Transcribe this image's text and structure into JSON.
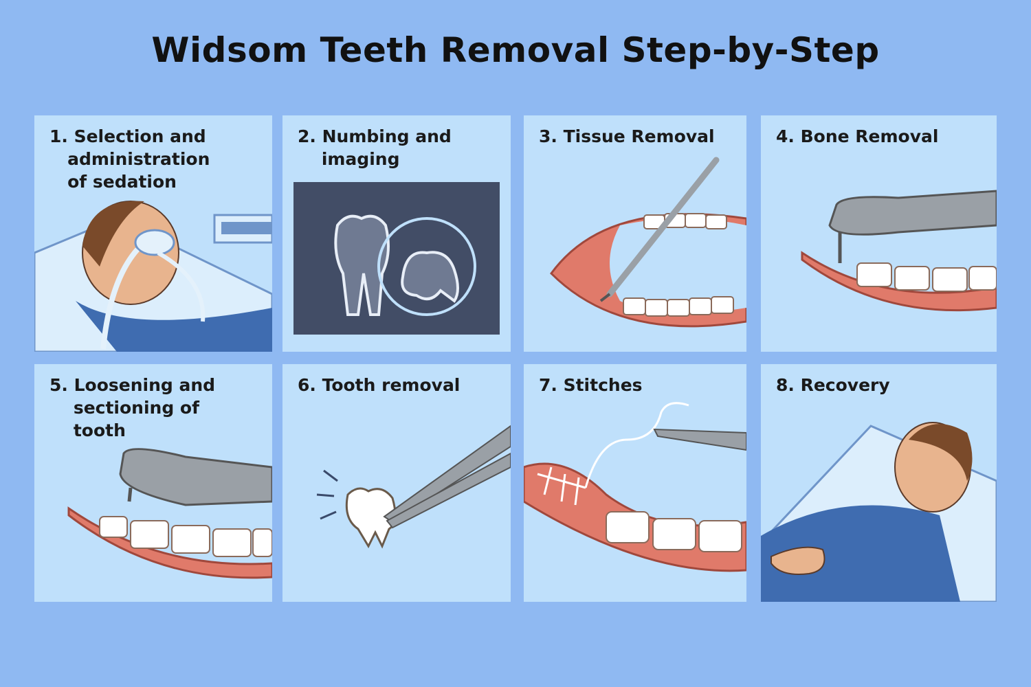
{
  "title": "Widsom Teeth Removal Step-by-Step",
  "colors": {
    "background": "#8fb9f2",
    "panel": "#bfe0fb",
    "gum": "#e07a6a",
    "tooth": "#ffffff",
    "instrument": "#9aa0a6",
    "xray": "#424d66",
    "shirt": "#3f6cb0",
    "skin": "#e8b48e",
    "hair": "#7a4a2a"
  },
  "steps": [
    {
      "label": "1. Selection and\n   administration\n   of sedation",
      "icon": "patient-sedation"
    },
    {
      "label": "2. Numbing and\n    imaging",
      "icon": "xray-tooth"
    },
    {
      "label": "3. Tissue Removal",
      "icon": "scalpel-mouth"
    },
    {
      "label": "4. Bone Removal",
      "icon": "drill-mouth"
    },
    {
      "label": "5. Loosening and\n    sectioning of\n    tooth",
      "icon": "drill-tooth"
    },
    {
      "label": "6. Tooth removal",
      "icon": "forceps-tooth"
    },
    {
      "label": "7. Stitches",
      "icon": "needle-stitches"
    },
    {
      "label": "8. Recovery",
      "icon": "patient-recovery"
    }
  ]
}
